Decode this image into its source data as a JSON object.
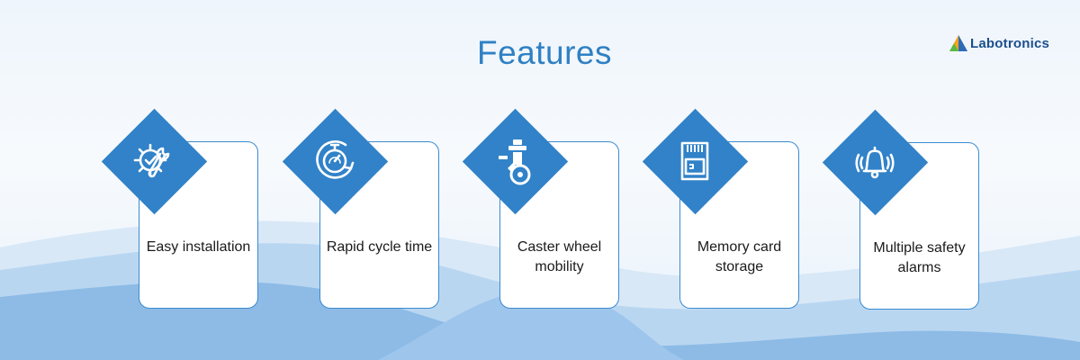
{
  "header": {
    "title": "Features"
  },
  "brand": {
    "name": "Labotronics"
  },
  "colors": {
    "accent": "#3182c8",
    "title": "#2f80c3",
    "card_border": "#3b8bd0",
    "wave": "#8dbbe6"
  },
  "features": [
    {
      "label": "Easy installation",
      "icon": "gear-wrench-check-icon"
    },
    {
      "label": "Rapid cycle time",
      "icon": "stopwatch-cycle-icon"
    },
    {
      "label": "Caster wheel mobility",
      "icon": "caster-wheel-icon"
    },
    {
      "label": "Memory card storage",
      "icon": "sd-card-icon"
    },
    {
      "label": "Multiple safety alarms",
      "icon": "alarm-bell-icon"
    }
  ]
}
